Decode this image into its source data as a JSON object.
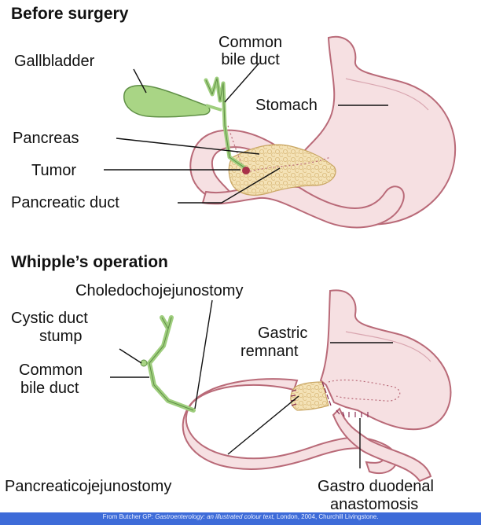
{
  "panel_before": {
    "title": "Before surgery",
    "labels": {
      "common_bile_duct": "Common\nbile duct",
      "gallbladder": "Gallbladder",
      "stomach": "Stomach",
      "pancreas": "Pancreas",
      "tumor": "Tumor",
      "pancreatic_duct": "Pancreatic duct"
    }
  },
  "panel_after": {
    "title": "Whipple’s operation",
    "labels": {
      "choledochojejunostomy": "Choledochojejunostomy",
      "cystic_duct_stump_1": "Cystic duct",
      "cystic_duct_stump_2": "stump",
      "gastric_remnant_1": "Gastric",
      "gastric_remnant_2": "remnant",
      "common_bile_duct_1": "Common",
      "common_bile_duct_2": "bile duct",
      "pancreaticojejunostomy": "Pancreaticojejunostomy",
      "gastro_duodenal_1": "Gastro duodenal",
      "gastro_duodenal_2": "anastomosis"
    }
  },
  "footer": {
    "prefix": "From Butcher GP: ",
    "title": "Gastroenterology: an illustrated colour text,",
    "suffix": " London, 2004, Churchill Livingstone."
  },
  "colors": {
    "organ_fill": "#f6e0e2",
    "organ_stroke": "#b96a78",
    "bile_green": "#9fce7e",
    "pancreas_tan": "#f3dfb1",
    "tumor": "#a8324a",
    "footer_bg": "#3d6bd8"
  }
}
